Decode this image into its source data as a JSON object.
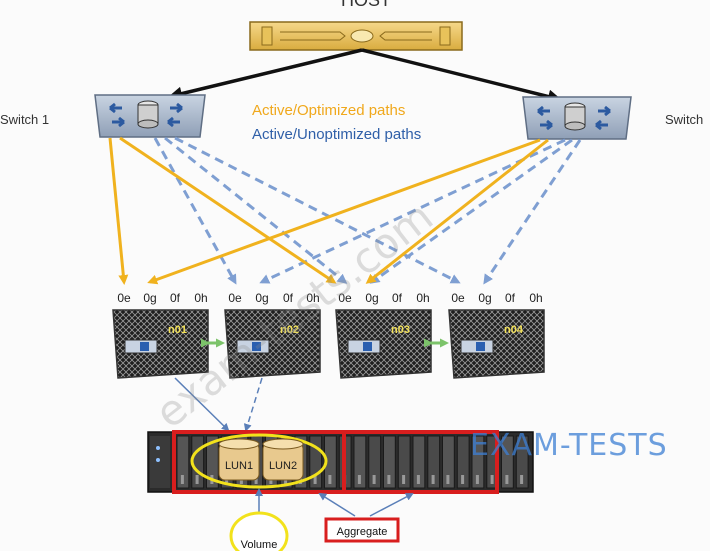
{
  "host": {
    "label": "HOST"
  },
  "switches": [
    {
      "label": "Switch 1"
    },
    {
      "label": "Switch"
    }
  ],
  "legend": {
    "optimized": "Active/Optimized paths",
    "unoptimized": "Active/Unoptimized paths"
  },
  "port_groups": [
    [
      "0e",
      "0g",
      "0f",
      "0h"
    ],
    [
      "0e",
      "0g",
      "0f",
      "0h"
    ],
    [
      "0e",
      "0g",
      "0f",
      "0h"
    ],
    [
      "0e",
      "0g",
      "0f",
      "0h"
    ]
  ],
  "nodes": [
    {
      "label": "n01"
    },
    {
      "label": "n02"
    },
    {
      "label": "n03"
    },
    {
      "label": "n04"
    }
  ],
  "luns": [
    {
      "label": "LUN1"
    },
    {
      "label": "LUN2"
    }
  ],
  "callouts": {
    "volume": "Volume",
    "aggregate": "Aggregate"
  },
  "watermark": "exam-tests.com",
  "brand": "EXAM-TESTS",
  "colors": {
    "optimized": "#f0b21e",
    "unoptimized": "#7f9fd2",
    "cable": "#111111",
    "ha_link": "#7cc36a",
    "highlight_red": "#d81e1e",
    "volume_ring": "#f2e21c"
  }
}
